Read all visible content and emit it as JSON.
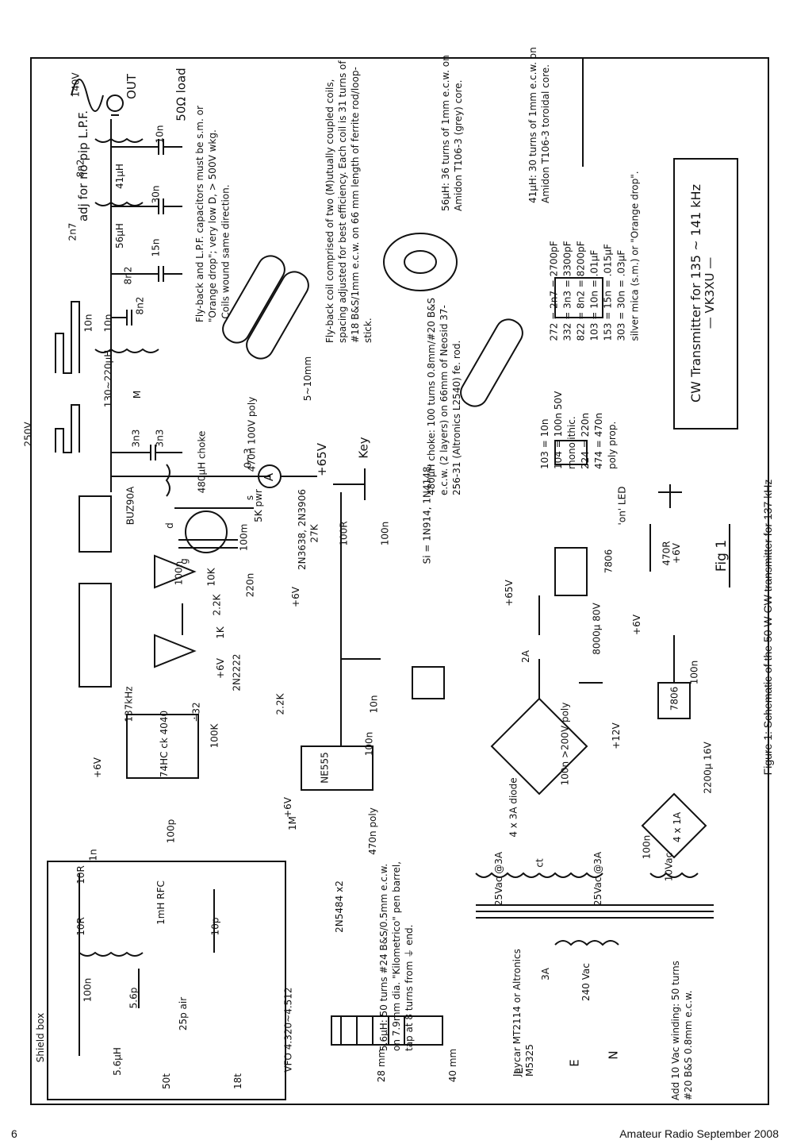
{
  "page": {
    "number": "6",
    "magazine": "Amateur Radio September 2008"
  },
  "caption": "Figure 1: Schematic of the 50 W CW transmitter for 137 kHz",
  "title_box": {
    "line1": "CW Transmitter for 135 ~ 141 kHz",
    "line2": "— VK3XU —"
  },
  "fig_label": "Fig 1",
  "notes": {
    "flyback_caps": "Fly-back and L.P.F. capacitors must be s.m. or \"Orange drop\"; very low D, > 500V wkg.",
    "coils_dir": "Coils wound same direction.",
    "flyback_coil": "Fly-back coil comprised of two (M)utually coupled coils, spacing adjusted for best efficiency. Each coil is 31 turns of #18 B&S/1mm e.c.w. on 66 mm length of ferrite rod/loop-stick.",
    "l56": "56µH: 36 turns of 1mm e.c.w. on Amidon T106-3 (grey) core.",
    "l41": "41µH: 30 turns of 1mm e.c.w. on Amidon T106-3 toroidal core.",
    "choke": "480µH choke: 100 turns 0.8mm/#20 B&S e.c.w. (2 layers) on 66mm of Neosid 37-256-31 (Altronics L2540) fe. rod.",
    "l5u6": "5.6µH: 50 turns #24 B&S/0.5mm e.c.w. on 7.9mm dia. \"Kilometrico\" pen barrel, tap at 8 turns from ⏚ end.",
    "vac": "Add 10 Vac winding: 50 turns #20 B&S 0.8mm e.c.w.",
    "transformer": "Jaycar MT2114 or Altronics M5325"
  },
  "cap_table_sm": [
    "272 = 2n7 = 2700pF",
    "332 = 3n3 = 3300pF",
    "822 = 8n2 = 8200pF",
    "103 = 10n = .01µF",
    "153 = 15n = .015µF",
    "303 = 30n = .03µF",
    "silver mica (s.m.) or \"Orange drop\"."
  ],
  "cap_table_mono": [
    "103 = 10n",
    "104 = 100n 50V",
    "monolithic.",
    "224 = 220n",
    "474 = 470n",
    "poly prop."
  ],
  "diode_note": "Si = 1N914, 1N4148.",
  "parts": {
    "out": "OUT",
    "load": "50Ω load",
    "vpk": "140V",
    "v250": "250V",
    "l41u": "41µH",
    "l56u": "56µH",
    "l130": "130~220µH",
    "m": "M",
    "c8n2a": "8n2",
    "c2n7": "2n7",
    "c8n2b": "8n2",
    "c8n2c": "8n2",
    "c10n_a": "10n",
    "c10n_b": "10n",
    "c30n": "30n",
    "c15n": "15n",
    "c10n_out": "10n",
    "c3n3a": "3n3",
    "c3n3b": "3n3",
    "choke480": "480µH choke",
    "c470n": "470n 100V poly",
    "ammeter": "A",
    "amm_range": "0~3",
    "v65": "+65V",
    "key": "Key",
    "buz": "BUZ90A",
    "mosfet_d": "d",
    "mosfet_s": "s",
    "mosfet_g": "g",
    "c100n_g": "100n",
    "r10k": "10K",
    "r5k": "5K pwr",
    "c100m": "100m",
    "r2k2": "2.2K",
    "r1k": "1K",
    "c220n": "220n",
    "q2n3638": "2N3638, 2N3906",
    "r27k": "27K",
    "r100r": "100R",
    "c100n_k": "100n",
    "ic74hc": "74HC ck 4040",
    "div32": "÷32",
    "f137": "137kHz",
    "q2n2222": "2N2222",
    "r100k": "100K",
    "r2k2b": "2.2K",
    "ne555": "NE555",
    "c10n_555": "10n",
    "c100n_555": "100n",
    "c470n_555": "470n poly",
    "r1m": "1M",
    "v6": "+6V",
    "v12": "+12V",
    "reg": "7806",
    "c100n_reg": "100n",
    "c2200": "2200µ 16V",
    "bridge": "4 x 1A",
    "bridge3": "4 x 3A diode",
    "fuse": "2A",
    "c8000": "8000µ 80V",
    "c100n_poly": "100n >200V poly",
    "v25a": "25Vac @3A",
    "v25b": "25Vac @3A",
    "ct": "ct",
    "v10": "10Vac",
    "c100_10": "100n",
    "v240": "240 Vac",
    "f3a": "3A",
    "L": "L",
    "E": "E",
    "N": "N",
    "led": "'on' LED",
    "r470": "470R",
    "shield": "Shield box",
    "vfo": "VFO 4.320~4.512",
    "l5u6": "5.6µH",
    "c5p6": "5.6p",
    "c25p": "25p air",
    "c100p": "100p",
    "c10p": "10p",
    "r10r1": "10R",
    "r10r2": "10R",
    "c1n": "1n",
    "c100n_vfo": "100n",
    "rfc": "1mH RFC",
    "jfet": "2N5484 x2",
    "t50": "50t",
    "t18": "18t",
    "adj": "adj for no pip",
    "lpf": "L.P.F.",
    "dim28": "28 mm",
    "dim40": "40 mm",
    "dim5_10": "5~10mm"
  }
}
